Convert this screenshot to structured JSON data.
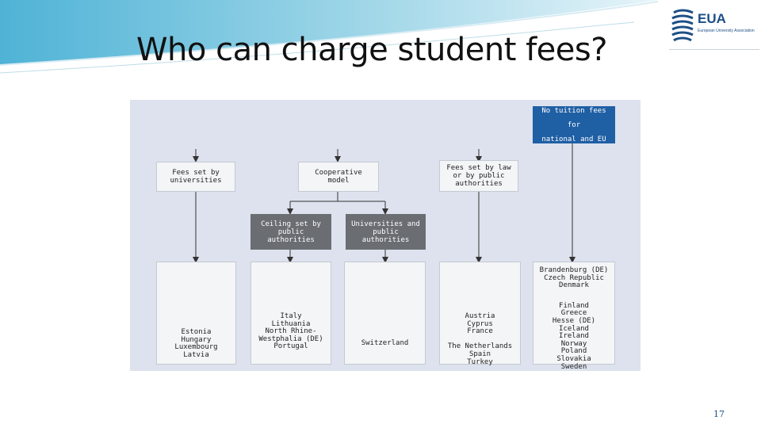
{
  "slide": {
    "title": "Who can charge student fees?",
    "page_number": "17"
  },
  "logo": {
    "name": "EUA",
    "subtitle": "European University Association"
  },
  "diagram": {
    "top_box": {
      "line1": "No tuition fees for",
      "line2": "national and EU"
    },
    "level1": {
      "universities": "Fees set by universities",
      "cooperative": "Cooperative model",
      "public": "Fees set by law or by public authorities"
    },
    "level2": {
      "ceiling": "Ceiling set by public authorities",
      "joint": "Universities and public authorities"
    },
    "columns": {
      "universities": [
        "Estonia",
        "Hungary",
        "Luxembourg",
        "Latvia"
      ],
      "ceiling": [
        "Italy",
        "Lithuania",
        "North Rhine-",
        "Westphalia (DE)",
        "Portugal"
      ],
      "joint": [
        "Switzerland"
      ],
      "public": [
        "Austria",
        "Cyprus",
        "France",
        "",
        "The Netherlands",
        "Spain",
        "Turkey"
      ],
      "no_fees_top": [
        "Brandenburg (DE)",
        "Czech Republic",
        "Denmark"
      ],
      "no_fees_bottom": [
        "Finland",
        "Greece",
        "Hesse (DE)",
        "Iceland",
        "Ireland",
        "Norway",
        "Poland",
        "Slovakia",
        "Sweden"
      ]
    }
  },
  "colors": {
    "panel": "#dde2ee",
    "box": "#f4f5f6",
    "dark_box": "#6a6d72",
    "blue_box": "#1f5fa4",
    "brand": "#1d4f86"
  }
}
